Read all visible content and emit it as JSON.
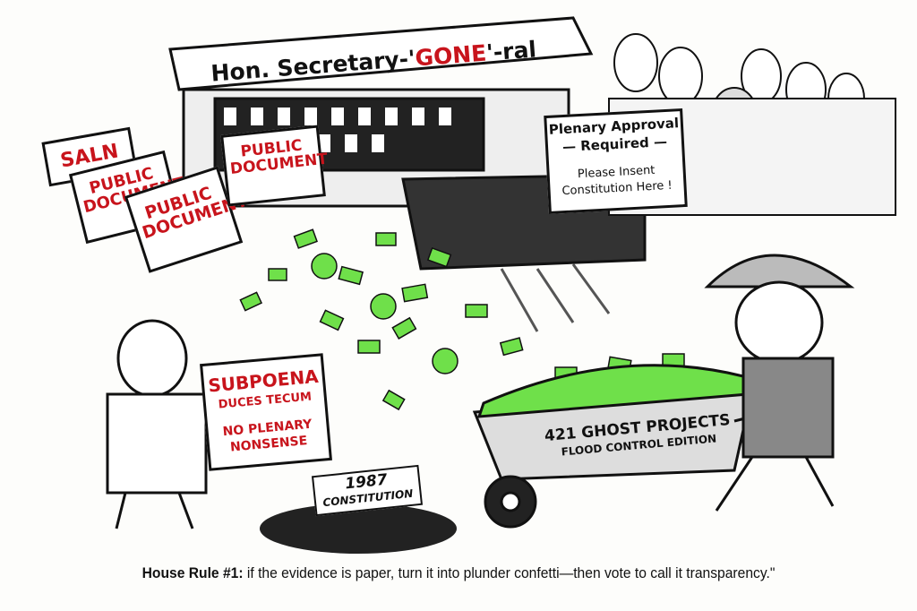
{
  "building": {
    "title_prefix": "Hon. Secretary-'",
    "title_highlight": "GONE",
    "title_suffix": "'-ral"
  },
  "documents": {
    "saln": "SALN",
    "public_document": [
      "PUBLIC DOCUMENT",
      "PUBLIC DOCUMENT",
      "PUBLIC DOCUMENT"
    ]
  },
  "plenary_sign": {
    "line1": "Plenary Approval",
    "line2": "— Required —",
    "line3": "Please Insent",
    "line4": "Constitution Here !"
  },
  "subpoena_sign": {
    "line1": "SUBPOENA",
    "line2": "DUCES TECUM",
    "line3": "NO PLENARY",
    "line4": "NONSENSE"
  },
  "constitution_paper": {
    "year": "1987",
    "label": "CONSTITUTION"
  },
  "wheelbarrow": {
    "line1": "421 GHOST PROJECTS",
    "line2": "FLOOD CONTROL EDITION"
  },
  "caption": {
    "lead": "House Rule #1:",
    "text": " if the evidence is paper, turn it into plunder confetti—then vote to call it transparency.\""
  },
  "colors": {
    "money_green": "#6fe04a",
    "sign_red": "#c8141c",
    "ink": "#111111"
  }
}
